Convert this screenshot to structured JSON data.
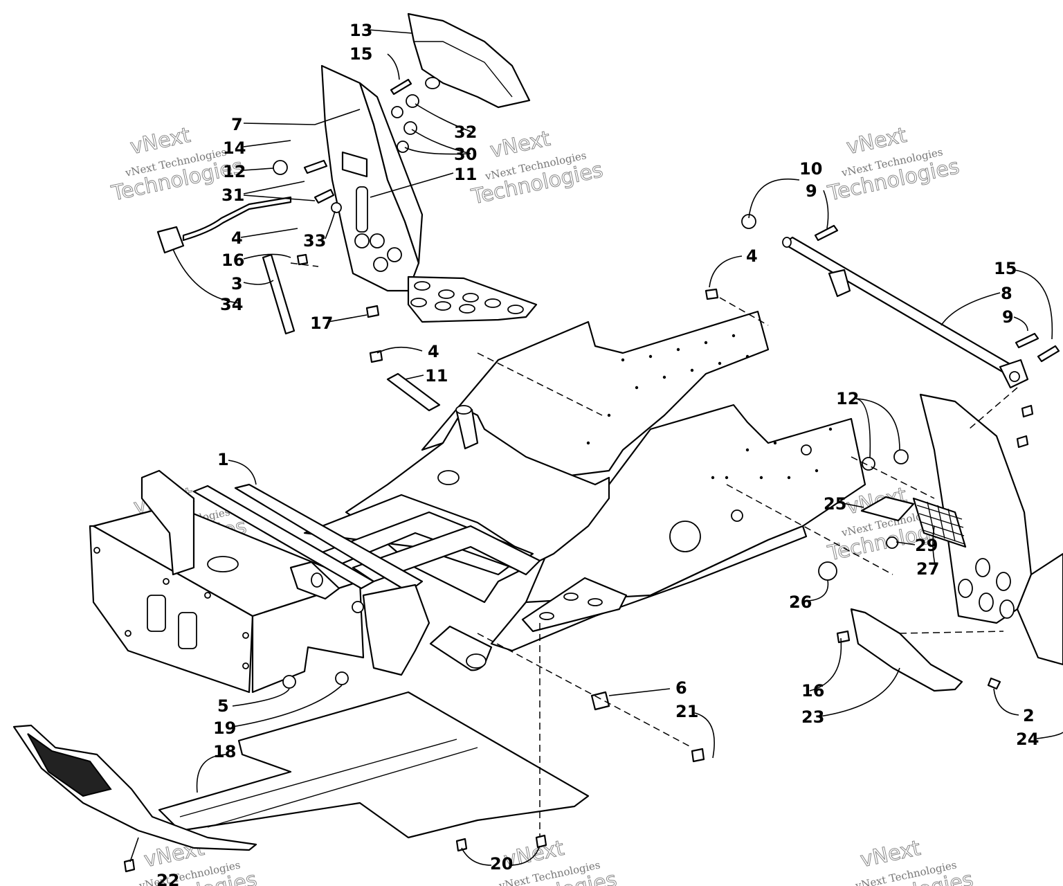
{
  "diagram": {
    "callouts": [
      {
        "id": "c13a",
        "text": "13"
      },
      {
        "id": "c15a",
        "text": "15"
      },
      {
        "id": "c7",
        "text": "7"
      },
      {
        "id": "c14",
        "text": "14"
      },
      {
        "id": "c12a",
        "text": "12"
      },
      {
        "id": "c31",
        "text": "31"
      },
      {
        "id": "c4a",
        "text": "4"
      },
      {
        "id": "c33",
        "text": "33"
      },
      {
        "id": "c16a",
        "text": "16"
      },
      {
        "id": "c3",
        "text": "3"
      },
      {
        "id": "c34",
        "text": "34"
      },
      {
        "id": "c32",
        "text": "32"
      },
      {
        "id": "c30",
        "text": "30"
      },
      {
        "id": "c11a",
        "text": "11"
      },
      {
        "id": "c17",
        "text": "17"
      },
      {
        "id": "c4b",
        "text": "4"
      },
      {
        "id": "c11b",
        "text": "11"
      },
      {
        "id": "c4c",
        "text": "4"
      },
      {
        "id": "c10",
        "text": "10"
      },
      {
        "id": "c9a",
        "text": "9"
      },
      {
        "id": "c15b",
        "text": "15"
      },
      {
        "id": "c8",
        "text": "8"
      },
      {
        "id": "c9b",
        "text": "9"
      },
      {
        "id": "c12b",
        "text": "12"
      },
      {
        "id": "c25",
        "text": "25"
      },
      {
        "id": "c29",
        "text": "29"
      },
      {
        "id": "c27",
        "text": "27"
      },
      {
        "id": "c26",
        "text": "26"
      },
      {
        "id": "c1",
        "text": "1"
      },
      {
        "id": "c5",
        "text": "5"
      },
      {
        "id": "c19",
        "text": "19"
      },
      {
        "id": "c18",
        "text": "18"
      },
      {
        "id": "c6",
        "text": "6"
      },
      {
        "id": "c21",
        "text": "21"
      },
      {
        "id": "c16b",
        "text": "16"
      },
      {
        "id": "c23",
        "text": "23"
      },
      {
        "id": "c2",
        "text": "2"
      },
      {
        "id": "c24",
        "text": "24"
      },
      {
        "id": "c20",
        "text": "20"
      },
      {
        "id": "c22",
        "text": "22"
      }
    ],
    "watermark": {
      "brand": "vNext",
      "company": "vNext Technologies",
      "word": "Technologies"
    }
  }
}
